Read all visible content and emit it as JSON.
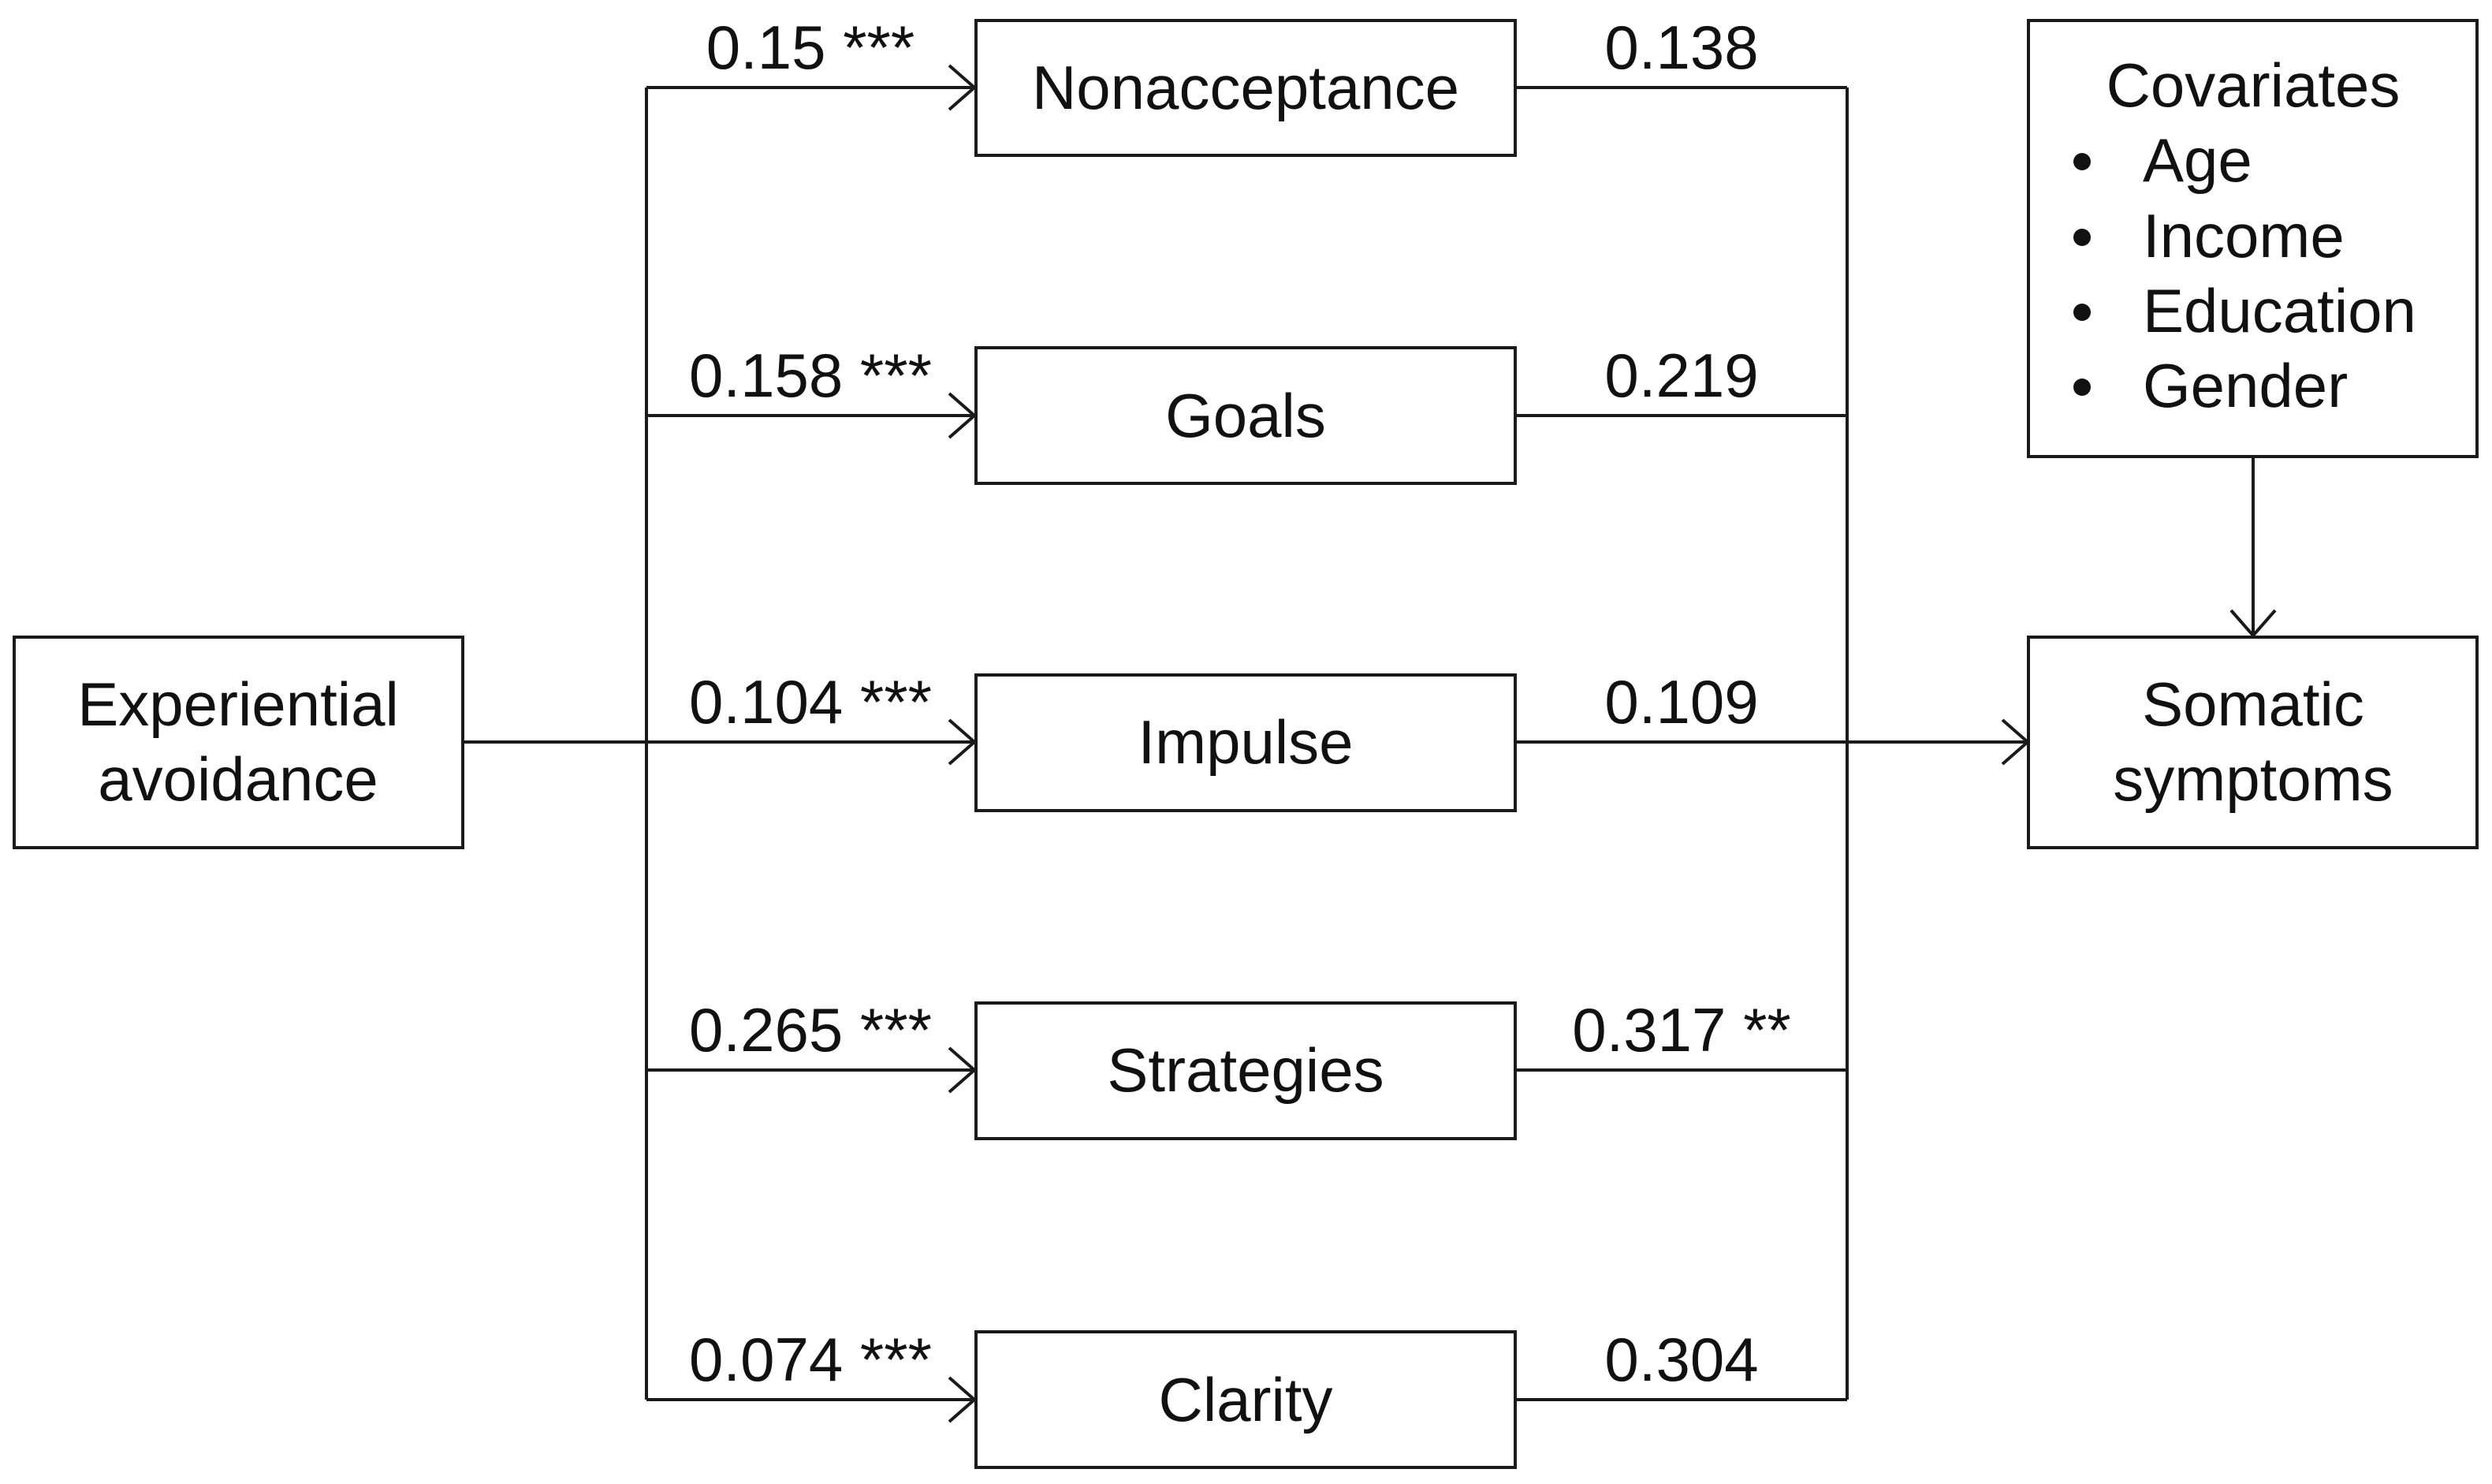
{
  "source_node": {
    "line1": "Experiential",
    "line2": "avoidance"
  },
  "outcome_node": {
    "line1": "Somatic",
    "line2": "symptoms"
  },
  "covariates": {
    "title": "Covariates",
    "items": [
      "Age",
      "Income",
      "Education",
      "Gender"
    ]
  },
  "mediators": [
    {
      "label": "Nonacceptance",
      "a_path": "0.15 ***",
      "b_path": "0.138"
    },
    {
      "label": "Goals",
      "a_path": "0.158 ***",
      "b_path": "0.219"
    },
    {
      "label": "Impulse",
      "a_path": "0.104 ***",
      "b_path": "0.109"
    },
    {
      "label": "Strategies",
      "a_path": "0.265 ***",
      "b_path": "0.317 **"
    },
    {
      "label": "Clarity",
      "a_path": "0.074 ***",
      "b_path": "0.304"
    }
  ]
}
